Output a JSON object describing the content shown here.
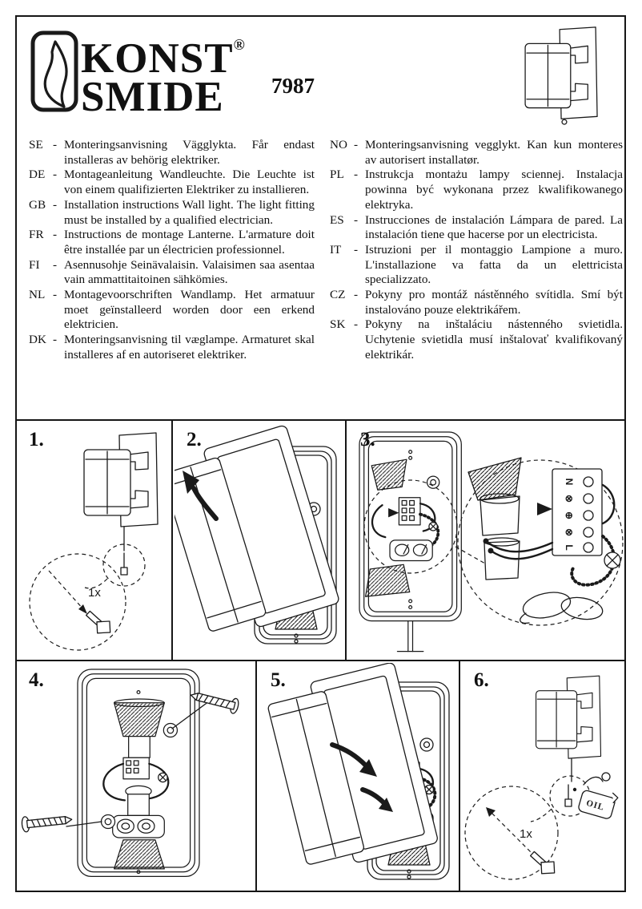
{
  "brand": {
    "line1": "KONST",
    "line2": "SMIDE",
    "registered": "®"
  },
  "model": "7987",
  "instructions_left": [
    {
      "lang": "SE",
      "sep": "-",
      "text": "Monteringsanvisning Vägglykta. Får endast installeras av behörig elektriker."
    },
    {
      "lang": "DE",
      "sep": "-",
      "text": "Montageanleitung Wandleuchte. Die Leuchte ist von einem qualifizierten Elektriker zu installieren."
    },
    {
      "lang": "GB",
      "sep": "-",
      "text": "Installation instructions Wall light. The light fitting must be installed by a qualified electrician."
    },
    {
      "lang": "FR",
      "sep": "-",
      "text": "Instructions de montage Lanterne. L'armature doit être installée par un électricien professionnel."
    },
    {
      "lang": "FI",
      "sep": "-",
      "text": "Asennusohje Seinävalaisin. Valaisimen saa asentaa vain ammattitaitoinen sähkömies."
    },
    {
      "lang": "NL",
      "sep": "-",
      "text": "Montagevoorschriften Wandlamp. Het armatuur moet geïnstalleerd worden door een erkend elektricien."
    },
    {
      "lang": "DK",
      "sep": "-",
      "text": "Monteringsanvisning til væglampe. Armaturet skal installeres af en autoriseret elektriker."
    }
  ],
  "instructions_right": [
    {
      "lang": "NO",
      "sep": "-",
      "text": "Monteringsanvisning vegglykt. Kan kun monteres av autorisert installatør."
    },
    {
      "lang": "PL",
      "sep": "-",
      "text": "Instrukcja montażu lampy sciennej. Instalacja powinna być wykonana przez kwalifikowanego elektryka."
    },
    {
      "lang": "ES",
      "sep": "-",
      "text": "Instrucciones de instalación Lámpara de pared. La instalación tiene que hacerse por un electricista."
    },
    {
      "lang": "IT",
      "sep": "-",
      "text": "Istruzioni per il montaggio Lampione a muro. L'installazione va fatta da un elettricista specializzato."
    },
    {
      "lang": "CZ",
      "sep": "-",
      "text": "Pokyny pro montáž nástěnného svítidla. Smí být instalováno pouze elektrikářem."
    },
    {
      "lang": "SK",
      "sep": "-",
      "text": "Pokyny na inštaláciu nástenného svietidla. Uchytenie svietidla musí inštalovať kvalifikovaný elektrikár."
    }
  ],
  "steps": [
    {
      "number": "1.",
      "count": "1x"
    },
    {
      "number": "2."
    },
    {
      "number": "3.",
      "terminal": [
        "N",
        "⊗",
        "⊕",
        "⊗",
        "L"
      ]
    },
    {
      "number": "4."
    },
    {
      "number": "5."
    },
    {
      "number": "6.",
      "count": "1x",
      "oil": "OIL"
    }
  ],
  "icons": {
    "flame_icon": "flame",
    "registered_mark": "®"
  },
  "colors": {
    "ink": "#1a1a1a",
    "paper": "#ffffff"
  }
}
